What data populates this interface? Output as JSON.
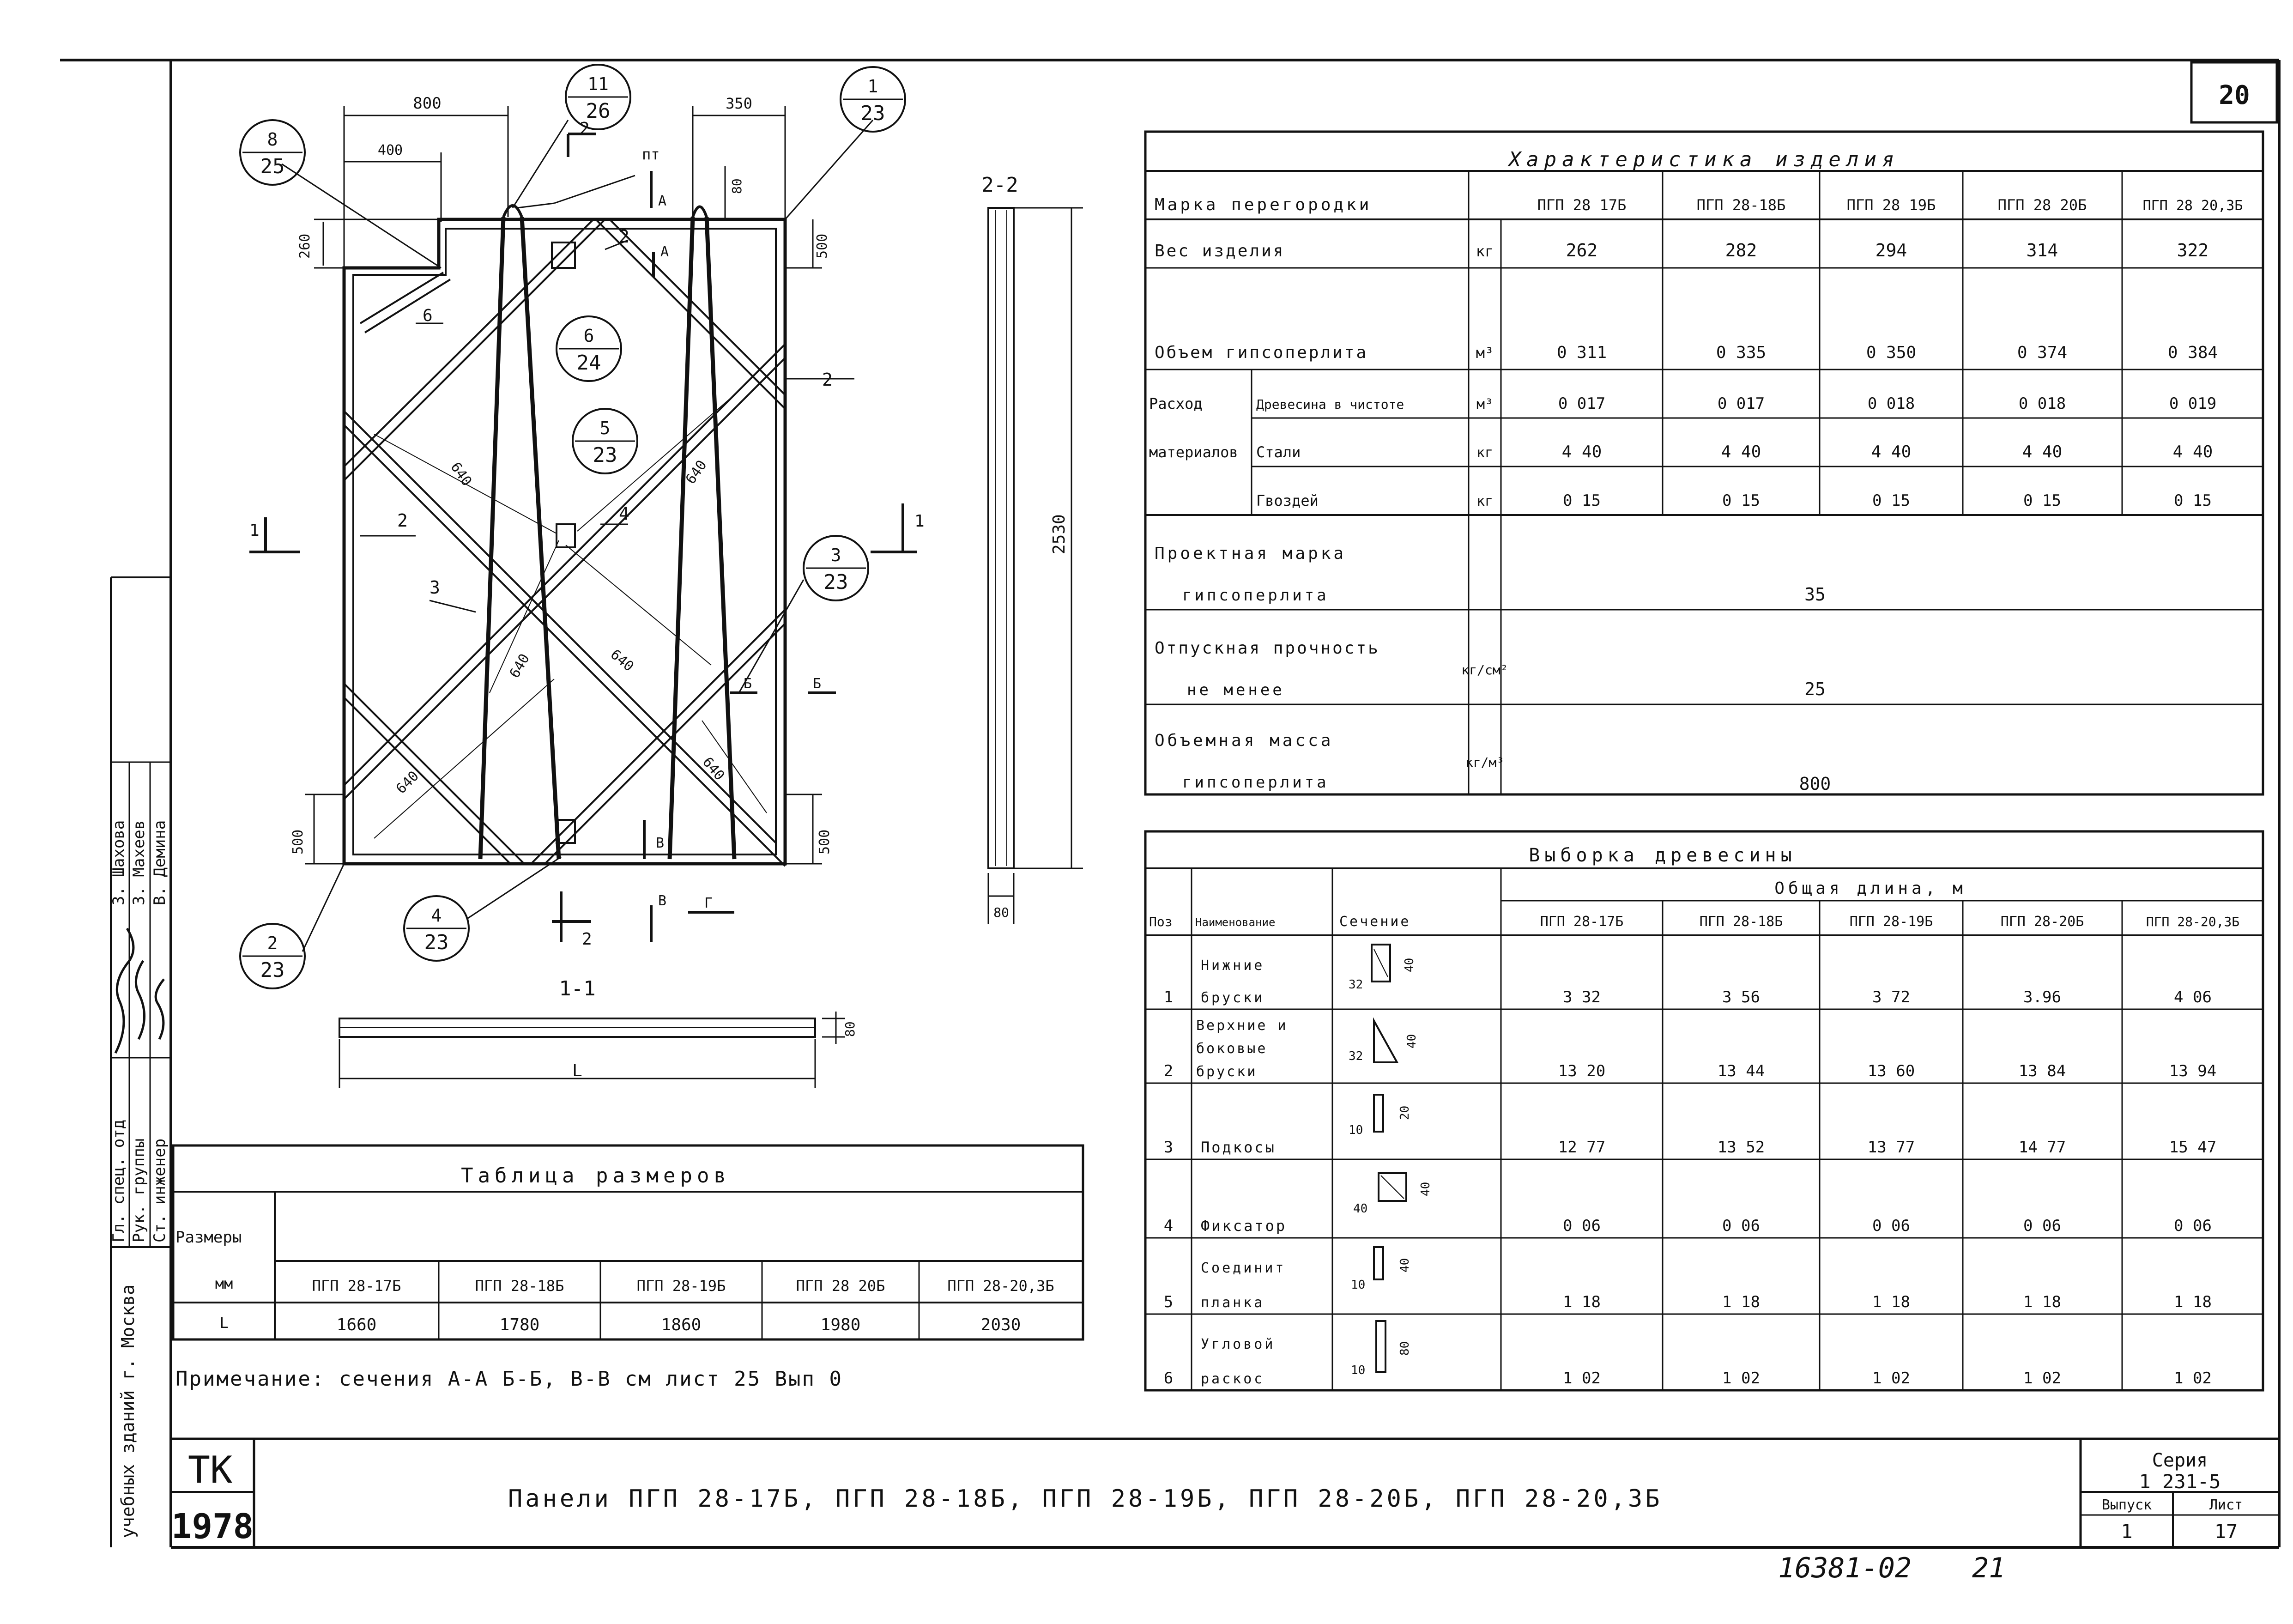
{
  "sheet": {
    "page_number": "20",
    "stamp_code": "16381-02",
    "stamp_page": "21",
    "title_block": {
      "tk": "TK",
      "year": "1978",
      "title": "Панели  ПГП 28-17Б, ПГП 28-18Б, ПГП 28-19Б, ПГП 28-20Б, ПГП 28-20,3Б",
      "series_label": "Серия",
      "series_value": "1 231-5",
      "issue_label": "Выпуск",
      "sheet_label": "Лист",
      "issue_value": "1",
      "sheet_value": "17"
    },
    "side_stamp": {
      "org": "учебных зданий г. Москва",
      "roles": [
        "Гл. спец. отд",
        "Рук. группы",
        "Ст. инженер"
      ],
      "names": [
        "З. Шахова",
        "З. Махеев",
        "В. Демина"
      ]
    }
  },
  "drawing": {
    "dims": {
      "d800": "800",
      "d400": "400",
      "d350": "350",
      "d80a": "80",
      "d260": "260",
      "d500t": "500",
      "d500bl": "500",
      "d500br": "500",
      "d2530": "2530",
      "d80s": "80",
      "d80b": "80",
      "dL": "L",
      "d640a": "640",
      "d640b": "640",
      "d640c": "640",
      "d640d": "640",
      "d640e": "640",
      "d640f": "640"
    },
    "callouts": [
      {
        "top": "11",
        "bottom": "26"
      },
      {
        "top": "1",
        "bottom": "23"
      },
      {
        "top": "8",
        "bottom": "25"
      },
      {
        "top": "6",
        "bottom": "24"
      },
      {
        "top": "5",
        "bottom": "23"
      },
      {
        "top": "3",
        "bottom": "23"
      },
      {
        "top": "4",
        "bottom": "23"
      },
      {
        "top": "2",
        "bottom": "23"
      }
    ],
    "labels": {
      "pt": "пт",
      "n2a": "2",
      "n2b": "2",
      "n2c": "2",
      "n3": "3",
      "n4": "4",
      "n6": "6",
      "a": "А",
      "b": "Б",
      "v": "В",
      "g": "Г",
      "sec1": "1",
      "sec1r": "1",
      "sec2": "2",
      "sec2b": "2",
      "section_2_2": "2-2",
      "section_1_1": "1-1"
    }
  },
  "characteristics": {
    "title": "Характеристика изделия",
    "col_header_label": "Марка перегородки",
    "columns": [
      "ПГП 28 17Б",
      "ПГП 28-18Б",
      "ПГП 28 19Б",
      "ПГП 28 20Б",
      "ПГП 28 20,3Б"
    ],
    "rows": [
      {
        "label": "Вес изделия",
        "unit": "кг",
        "values": [
          "262",
          "282",
          "294",
          "314",
          "322"
        ]
      },
      {
        "label": "Объем гипсоперлита",
        "unit": "м³",
        "values": [
          "0 311",
          "0 335",
          "0 350",
          "0 374",
          "0 384"
        ]
      },
      {
        "group": "Расход",
        "label": "Древесина в чистоте",
        "unit": "м³",
        "values": [
          "0 017",
          "0 017",
          "0 018",
          "0 018",
          "0 019"
        ]
      },
      {
        "group": "материалов",
        "label": "Стали",
        "unit": "кг",
        "values": [
          "4 40",
          "4 40",
          "4 40",
          "4 40",
          "4 40"
        ]
      },
      {
        "group": "",
        "label": "Гвоздей",
        "unit": "кг",
        "values": [
          "0 15",
          "0 15",
          "0 15",
          "0 15",
          "0 15"
        ]
      }
    ],
    "merged_rows": [
      {
        "label1": "Проектная марка",
        "label2": "гипсоперлита",
        "unit": "",
        "value": "35"
      },
      {
        "label1": "Отпускная прочность",
        "label2": "не менее",
        "unit": "кг/см²",
        "value": "25"
      },
      {
        "label1": "Объемная масса",
        "label2": "гипсоперлита",
        "unit": "кг/м³",
        "value": "800"
      }
    ]
  },
  "wood": {
    "title": "Выборка древесины",
    "subtitle": "Общая длина, м",
    "headers": {
      "pos": "Поз",
      "name": "Наименование",
      "section": "Сечение"
    },
    "columns": [
      "ПГП 28-17Б",
      "ПГП 28-18Б",
      "ПГП 28-19Б",
      "ПГП 28-20Б",
      "ПГП 28-20,3Б"
    ],
    "rows": [
      {
        "pos": "1",
        "name": [
          "Нижние",
          "бруски"
        ],
        "dims": [
          "32",
          "40"
        ],
        "values": [
          "3 32",
          "3 56",
          "3 72",
          "3.96",
          "4 06"
        ]
      },
      {
        "pos": "2",
        "name": [
          "Верхние и",
          "боковые",
          "бруски"
        ],
        "dims": [
          "32",
          "40"
        ],
        "values": [
          "13 20",
          "13 44",
          "13 60",
          "13 84",
          "13 94"
        ]
      },
      {
        "pos": "3",
        "name": [
          "Подкосы"
        ],
        "dims": [
          "10",
          "20"
        ],
        "values": [
          "12 77",
          "13 52",
          "13 77",
          "14 77",
          "15 47"
        ]
      },
      {
        "pos": "4",
        "name": [
          "Фиксатор"
        ],
        "dims": [
          "40",
          "40"
        ],
        "values": [
          "0 06",
          "0 06",
          "0 06",
          "0 06",
          "0 06"
        ]
      },
      {
        "pos": "5",
        "name": [
          "Соединит",
          "планка"
        ],
        "dims": [
          "10",
          "40"
        ],
        "values": [
          "1 18",
          "1 18",
          "1 18",
          "1 18",
          "1 18"
        ]
      },
      {
        "pos": "6",
        "name": [
          "Угловой",
          "раскос"
        ],
        "dims": [
          "10",
          "80"
        ],
        "values": [
          "1 02",
          "1 02",
          "1 02",
          "1 02",
          "1 02"
        ]
      }
    ]
  },
  "sizes": {
    "title": "Таблица размеров",
    "row_label": "Размеры",
    "unit": "мм",
    "columns": [
      "ПГП 28-17Б",
      "ПГП 28-18Б",
      "ПГП 28-19Б",
      "ПГП 28 20Б",
      "ПГП 28-20,3Б"
    ],
    "param": "L",
    "values": [
      "1660",
      "1780",
      "1860",
      "1980",
      "2030"
    ]
  },
  "note": "Примечание: сечения А-А Б-Б, В-В см лист 25 Вып 0"
}
